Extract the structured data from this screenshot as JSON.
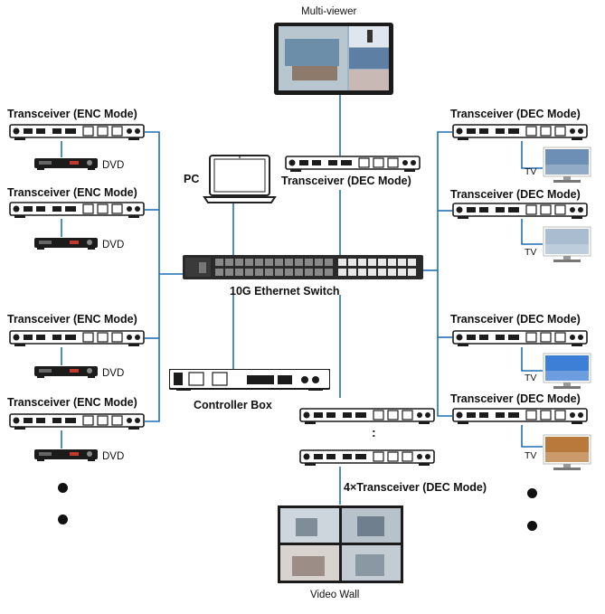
{
  "labels": {
    "multiviewer": "Multi-viewer",
    "pc": "PC",
    "switch": "10G Ethernet Switch",
    "controller": "Controller Box",
    "wall_tx": "4×Transceiver (DEC Mode)",
    "video_wall": "Video Wall",
    "center_dec": "Transceiver (DEC Mode)"
  },
  "left_column": [
    {
      "title": "Transceiver (ENC Mode)",
      "source": "DVD"
    },
    {
      "title": "Transceiver (ENC Mode)",
      "source": "DVD"
    },
    {
      "title": "Transceiver (ENC Mode)",
      "source": "DVD"
    },
    {
      "title": "Transceiver (ENC Mode)",
      "source": "DVD"
    }
  ],
  "right_column": [
    {
      "title": "Transceiver (DEC Mode)",
      "display": "TV"
    },
    {
      "title": "Transceiver (DEC Mode)",
      "display": "TV"
    },
    {
      "title": "Transceiver (DEC Mode)",
      "display": "TV"
    },
    {
      "title": "Transceiver (DEC Mode)",
      "display": "TV"
    }
  ],
  "ellipsis": ":",
  "colors": {
    "wire": "#1f6fb2",
    "device": "#1b1b1b",
    "port": "#e8e8e8"
  }
}
